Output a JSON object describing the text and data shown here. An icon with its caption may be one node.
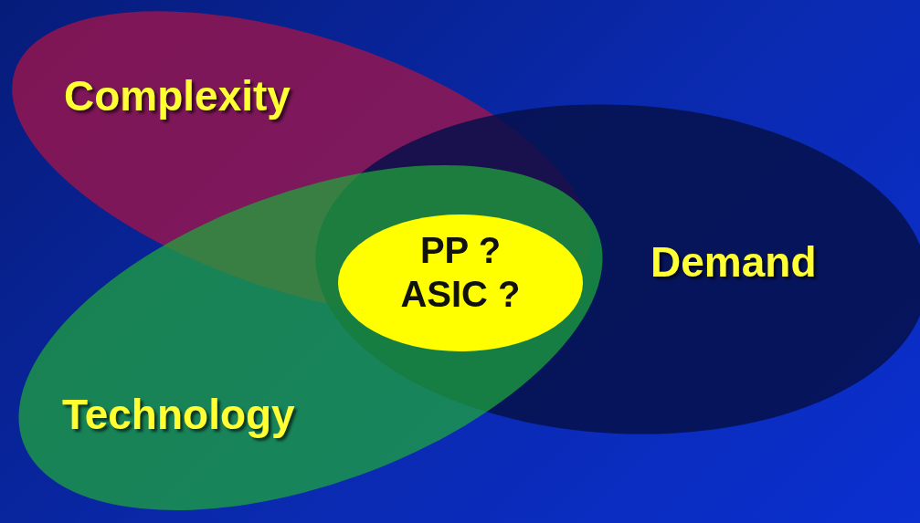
{
  "diagram": {
    "nodes": [
      {
        "text": [
          "Complexity"
        ]
      },
      {
        "text": [
          "Demand"
        ]
      },
      {
        "text": [
          "Technology"
        ]
      },
      {
        "text": [
          "PP ? ASIC ?"
        ]
      }
    ]
  }
}
